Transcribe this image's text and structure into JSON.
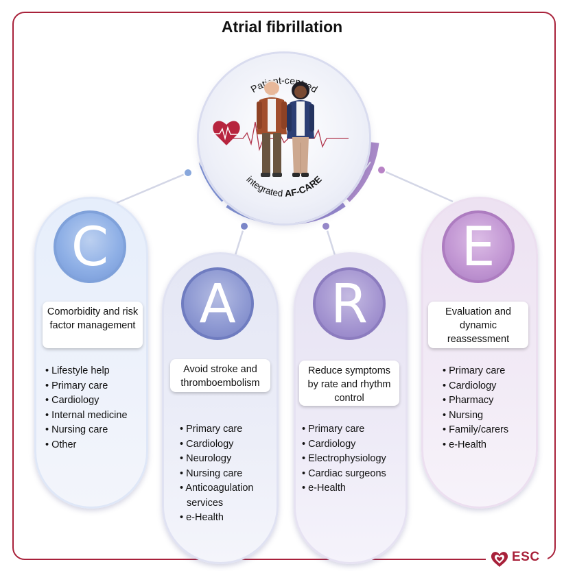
{
  "title": "Atrial fibrillation",
  "hub": {
    "top_text": "Patient-centred",
    "bottom_text_plain": "integrated",
    "bottom_text_bold": "AF-CARE"
  },
  "columns": [
    {
      "letter": "C",
      "label": "Comorbidity and risk factor management",
      "items": [
        "Lifestyle help",
        "Primary care",
        "Cardiology",
        "Internal medicine",
        "Nursing care",
        "Other"
      ]
    },
    {
      "letter": "A",
      "label": "Avoid stroke and thromboembolism",
      "items": [
        "Primary care",
        "Cardiology",
        "Neurology",
        "Nursing care",
        "Anticoagulation services",
        "e-Health"
      ]
    },
    {
      "letter": "R",
      "label": "Reduce symptoms by rate and rhythm control",
      "items": [
        "Primary care",
        "Cardiology",
        "Electrophysiology",
        "Cardiac surgeons",
        "e-Health"
      ]
    },
    {
      "letter": "E",
      "label": "Evaluation and dynamic reassessment",
      "items": [
        "Primary care",
        "Cardiology",
        "Pharmacy",
        "Nursing",
        "Family/carers",
        "e-Health"
      ]
    }
  ],
  "logo": {
    "text": "ESC"
  },
  "colors": {
    "frame": "#a8213a",
    "c": "#7fa1da",
    "a": "#6f7cc0",
    "r": "#8c7cbf",
    "e": "#ad7cc0"
  },
  "icons": [
    "heart-ecg-icon",
    "elderly-man-figure",
    "woman-figure",
    "esc-heart-logo-icon"
  ]
}
